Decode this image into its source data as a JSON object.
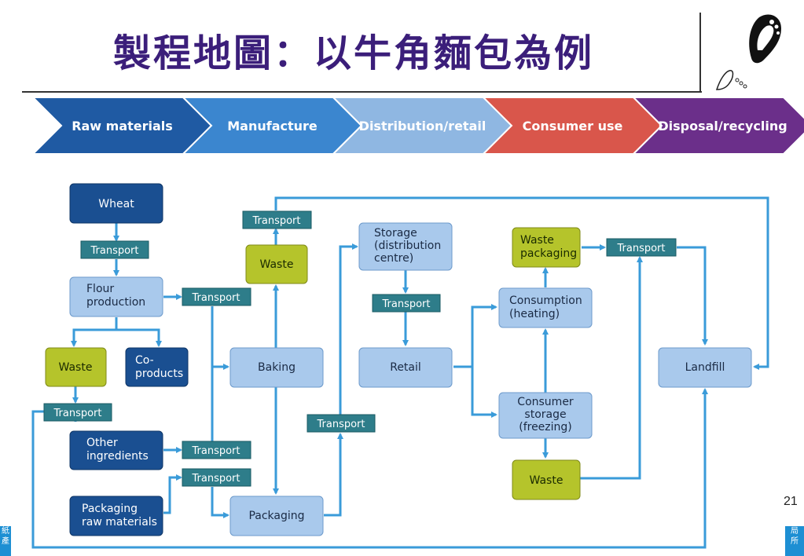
{
  "title": "製程地圖：以牛角麵包為例",
  "page_number": "21",
  "corner_left_text": "紙\n產",
  "corner_right_text": "局\n所",
  "stages": [
    {
      "label": "Raw materials",
      "color": "#1f5aa3"
    },
    {
      "label": "Manufacture",
      "color": "#3b86cf"
    },
    {
      "label": "Distribution/retail",
      "color": "#8fb7e2"
    },
    {
      "label": "Consumer use",
      "color": "#d9564b"
    },
    {
      "label": "Disposal/recycling",
      "color": "#6b2f8a"
    }
  ],
  "colors": {
    "dark_box": "#1a4f91",
    "light_box": "#a9c9ec",
    "waste_box": "#b5c42b",
    "transport_box": "#2e7d8a",
    "connector": "#3a9bd9"
  },
  "nodes": {
    "wheat": "Wheat",
    "t_wheat": "Transport",
    "flour_1": "Flour",
    "flour_2": "production",
    "t_flour": "Transport",
    "waste_flour": "Waste",
    "co_1": "Co-",
    "co_2": "products",
    "t_waste_flour": "Transport",
    "other_1": "Other",
    "other_2": "ingredients",
    "t_other": "Transport",
    "pack_1": "Packaging",
    "pack_2": "raw materials",
    "t_pack": "Transport",
    "t_top": "Transport",
    "waste_bake": "Waste",
    "baking": "Baking",
    "packaging": "Packaging",
    "t_dist": "Transport",
    "storage_1": "Storage",
    "storage_2": "(distribution",
    "storage_3": "centre)",
    "t_retail": "Transport",
    "retail": "Retail",
    "wpack_1": "Waste",
    "wpack_2": "packaging",
    "t_landfill": "Transport",
    "consumption_1": "Consumption",
    "consumption_2": "(heating)",
    "cstore_1": "Consumer",
    "cstore_2": "storage",
    "cstore_3": "(freezing)",
    "waste_consumer": "Waste",
    "landfill": "Landfill"
  }
}
